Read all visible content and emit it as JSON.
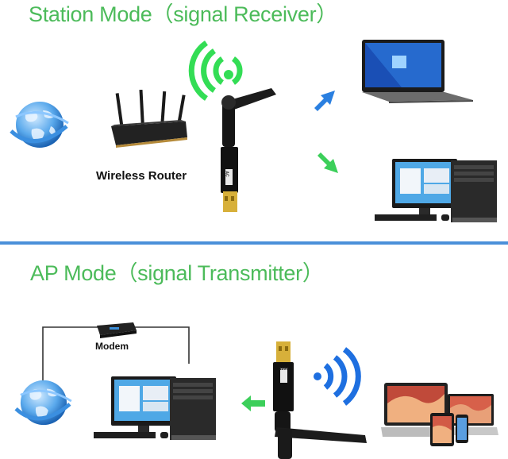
{
  "station": {
    "title": "Station Mode（signal Receiver）",
    "router_label": "Wireless Router"
  },
  "ap": {
    "title": "AP Mode（signal Transmitter）",
    "modem_label": "Modem"
  },
  "adapter": {
    "badge_line1": "AC",
    "badge_line2": "1200"
  },
  "colors": {
    "title_green": "#4cbb5a",
    "divider_blue": "#4a90d9",
    "wifi_green": "#33dd55",
    "wifi_blue": "#1e6fe0",
    "arrow_blue": "#2a7fe0",
    "arrow_green": "#3ccf5a"
  },
  "icons": [
    "globe-icon",
    "router-icon",
    "usb-adapter-icon",
    "wifi-signal-icon",
    "laptop-icon",
    "desktop-pc-icon",
    "modem-icon",
    "arrow-icon",
    "tablet-icon",
    "phone-icon"
  ]
}
